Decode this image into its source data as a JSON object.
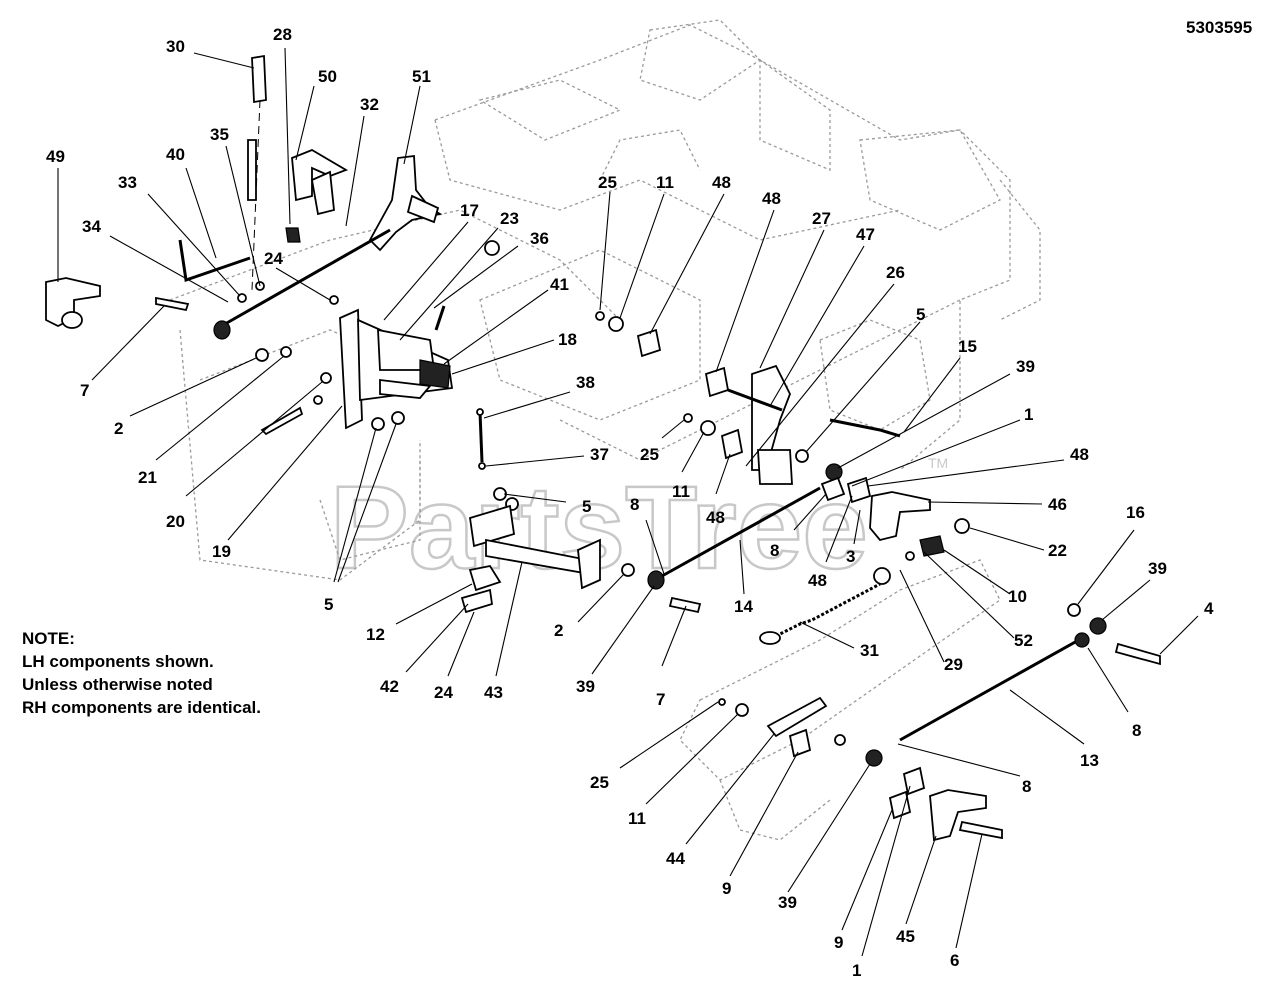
{
  "doc_number": "5303595",
  "watermark": {
    "text": "PartsTree",
    "trademark": "TM"
  },
  "note": {
    "lines": [
      "NOTE:",
      "LH components shown.",
      "Unless otherwise noted",
      "RH components are identical."
    ]
  },
  "callouts": [
    "30",
    "28",
    "50",
    "51",
    "49",
    "32",
    "35",
    "40",
    "33",
    "34",
    "24",
    "17",
    "23",
    "36",
    "41",
    "18",
    "7",
    "2",
    "21",
    "20",
    "19",
    "5",
    "25",
    "11",
    "48",
    "48",
    "27",
    "47",
    "26",
    "5",
    "15",
    "39",
    "38",
    "37",
    "5",
    "25",
    "11",
    "48",
    "8",
    "1",
    "48",
    "8",
    "46",
    "3",
    "48",
    "22",
    "14",
    "16",
    "39",
    "10",
    "31",
    "52",
    "29",
    "4",
    "2",
    "39",
    "7",
    "12",
    "42",
    "24",
    "43",
    "13",
    "8",
    "8",
    "25",
    "11",
    "44",
    "9",
    "39",
    "9",
    "1",
    "45",
    "6"
  ]
}
